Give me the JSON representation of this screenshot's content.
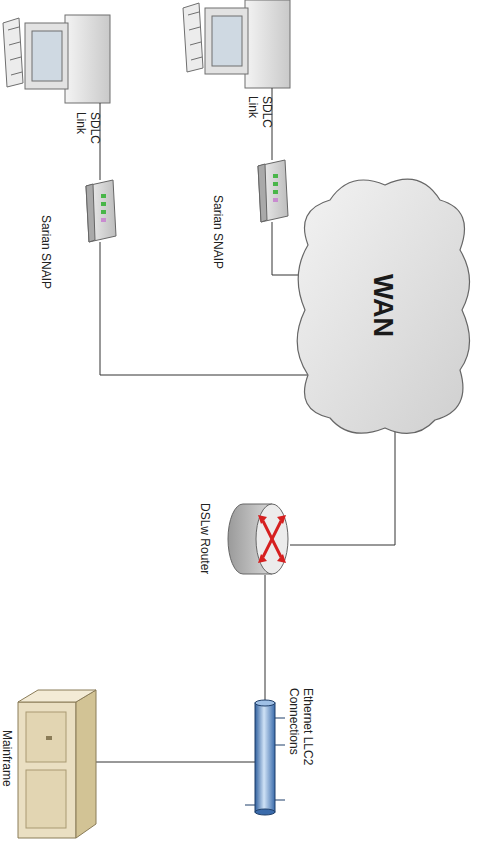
{
  "diagram": {
    "nodes": [
      {
        "text": [
          "Sarian SNAIP"
        ]
      },
      {
        "text": [
          "Sarian SNAIP"
        ]
      },
      {
        "text": [
          "WAN"
        ]
      },
      {
        "text": [
          "DSLw Router"
        ]
      },
      {
        "text": [
          "Ethernet LLC2 Connections"
        ]
      },
      {
        "text": [
          "Mainframe"
        ]
      }
    ],
    "edges": [
      {
        "from": 0,
        "to": 2,
        "arrow": "none"
      },
      {
        "from": 1,
        "to": 2,
        "arrow": "none"
      },
      {
        "from": 2,
        "to": 3,
        "arrow": "none"
      },
      {
        "from": 3,
        "to": 4,
        "arrow": "none"
      },
      {
        "from": 4,
        "to": 5,
        "arrow": "none"
      }
    ],
    "labels": [
      "SDLC Link",
      "SDLC Link"
    ]
  }
}
